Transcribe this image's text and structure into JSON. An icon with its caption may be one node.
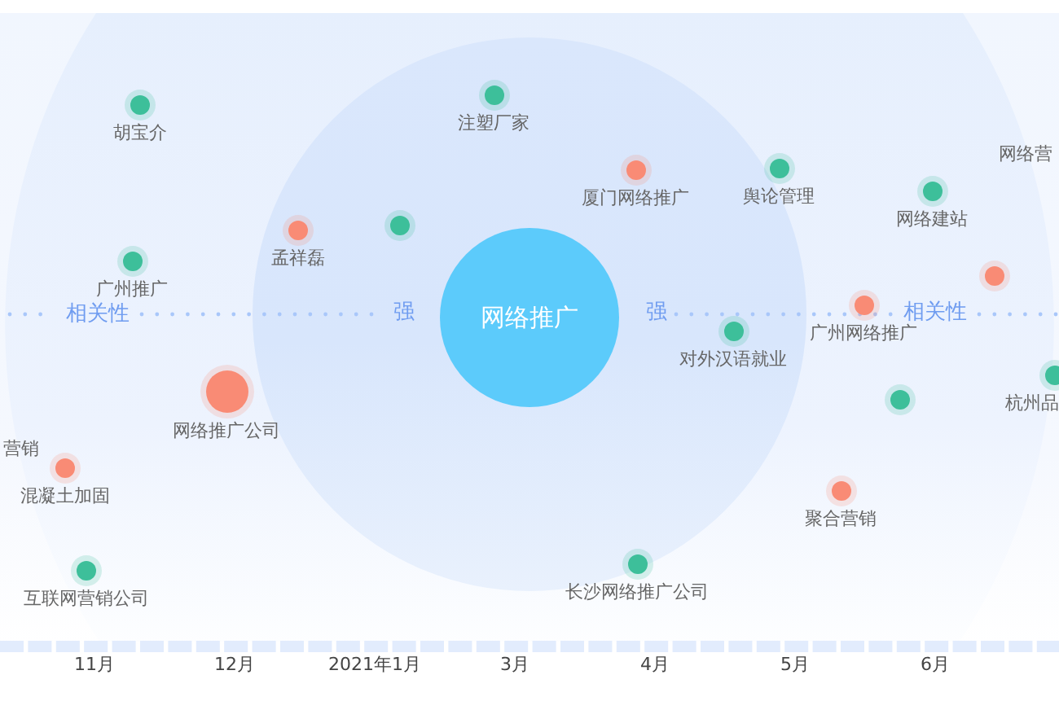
{
  "diagram": {
    "nodes": [
      {
        "text": [
          "网络推广"
        ]
      },
      {
        "text": [
          "注塑厂家"
        ]
      },
      {
        "text": [
          "胡宝介"
        ]
      },
      {
        "text": [
          "网络营"
        ]
      },
      {
        "text": [
          "厦门网络推广"
        ]
      },
      {
        "text": [
          "舆论管理"
        ]
      },
      {
        "text": [
          "网络建站"
        ]
      },
      {
        "text": [
          "孟祥磊"
        ]
      },
      {
        "text": [],
        "shape": "circle"
      },
      {
        "text": [
          "广州推广"
        ]
      },
      {
        "text": [],
        "shape": "circle"
      },
      {
        "text": [
          "广州网络推广"
        ]
      },
      {
        "text": [
          "对外汉语就业"
        ]
      },
      {
        "text": [
          "杭州品"
        ]
      },
      {
        "text": [
          "网络推广公司"
        ]
      },
      {
        "text": [],
        "shape": "circle"
      },
      {
        "text": [
          "营销"
        ]
      },
      {
        "text": [
          "混凝土加固"
        ]
      },
      {
        "text": [
          "聚合营销"
        ]
      },
      {
        "text": [
          "长沙网络推广公司"
        ]
      },
      {
        "text": [
          "互联网营销公司"
        ]
      }
    ],
    "labels": [
      "相关性",
      "强",
      "强",
      "相关性",
      "11月",
      "12月",
      "2021年1月",
      "3月",
      "4月",
      "5月",
      "6月"
    ]
  }
}
